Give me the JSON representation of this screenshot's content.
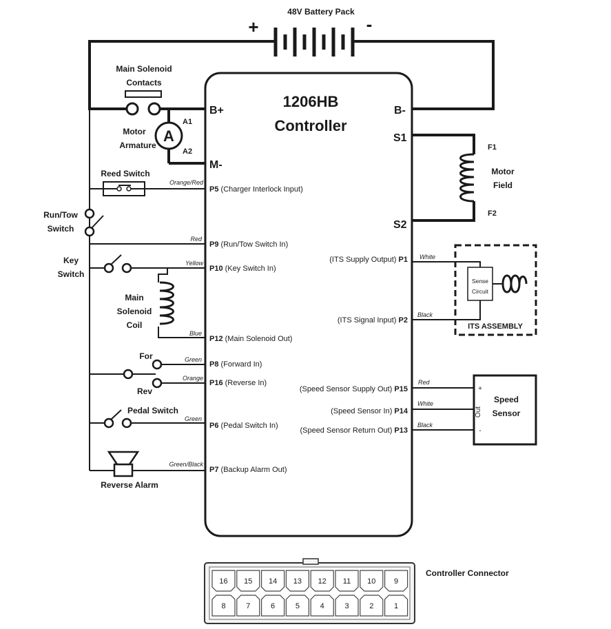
{
  "battery": {
    "label": "48V Battery Pack",
    "plus": "+",
    "minus": "-"
  },
  "controller": {
    "title_line1": "1206HB",
    "title_line2": "Controller",
    "terminals": {
      "bplus": "B+",
      "bminus": "B-",
      "mminus": "M-",
      "s1": "S1",
      "s2": "S2"
    }
  },
  "components": {
    "main_solenoid_contacts_line1": "Main Solenoid",
    "main_solenoid_contacts_line2": "Contacts",
    "motor_armature_line1": "Motor",
    "motor_armature_line2": "Armature",
    "armature_symbol": "A",
    "a1": "A1",
    "a2": "A2",
    "reed_switch": "Reed Switch",
    "run_tow_line1": "Run/Tow",
    "run_tow_line2": "Switch",
    "key_line1": "Key",
    "key_line2": "Switch",
    "main_solenoid_coil_line1": "Main",
    "main_solenoid_coil_line2": "Solenoid",
    "main_solenoid_coil_line3": "Coil",
    "for_label": "For",
    "rev_label": "Rev",
    "pedal_switch": "Pedal Switch",
    "reverse_alarm": "Reverse Alarm",
    "f1": "F1",
    "f2": "F2",
    "motor_field_line1": "Motor",
    "motor_field_line2": "Field",
    "sense_circuit_line1": "Sense",
    "sense_circuit_line2": "Circuit",
    "its_assembly": "ITS ASSEMBLY",
    "speed_sensor_line1": "Speed",
    "speed_sensor_line2": "Sensor",
    "speed_sensor_plus": "+",
    "speed_sensor_out": "Out",
    "speed_sensor_minus": "-"
  },
  "pins_left": [
    {
      "pin": "P5",
      "desc": "(Charger Interlock Input)",
      "wire": "Orange/Red"
    },
    {
      "pin": "P9",
      "desc": "(Run/Tow Switch In)",
      "wire": "Red"
    },
    {
      "pin": "P10",
      "desc": "(Key Switch In)",
      "wire": "Yellow"
    },
    {
      "pin": "P12",
      "desc": "(Main Solenoid Out)",
      "wire": "Blue"
    },
    {
      "pin": "P8",
      "desc": "(Forward In)",
      "wire": "Green"
    },
    {
      "pin": "P16",
      "desc": "(Reverse In)",
      "wire": "Orange"
    },
    {
      "pin": "P6",
      "desc": "(Pedal Switch In)",
      "wire": "Green"
    },
    {
      "pin": "P7",
      "desc": "(Backup Alarm Out)",
      "wire": "Green/Black"
    }
  ],
  "pins_right": [
    {
      "pin": "P1",
      "desc": "(ITS Supply Output)",
      "wire": "White"
    },
    {
      "pin": "P2",
      "desc": "(ITS Signal Input)",
      "wire": "Black"
    },
    {
      "pin": "P15",
      "desc": "(Speed Sensor Supply Out)",
      "wire": "Red"
    },
    {
      "pin": "P14",
      "desc": "(Speed Sensor In)",
      "wire": "White"
    },
    {
      "pin": "P13",
      "desc": "(Speed Sensor Return Out)",
      "wire": "Black"
    }
  ],
  "connector": {
    "label": "Controller Connector",
    "top_row": [
      "16",
      "15",
      "14",
      "13",
      "12",
      "11",
      "10",
      "9"
    ],
    "bottom_row": [
      "8",
      "7",
      "6",
      "5",
      "4",
      "3",
      "2",
      "1"
    ]
  }
}
